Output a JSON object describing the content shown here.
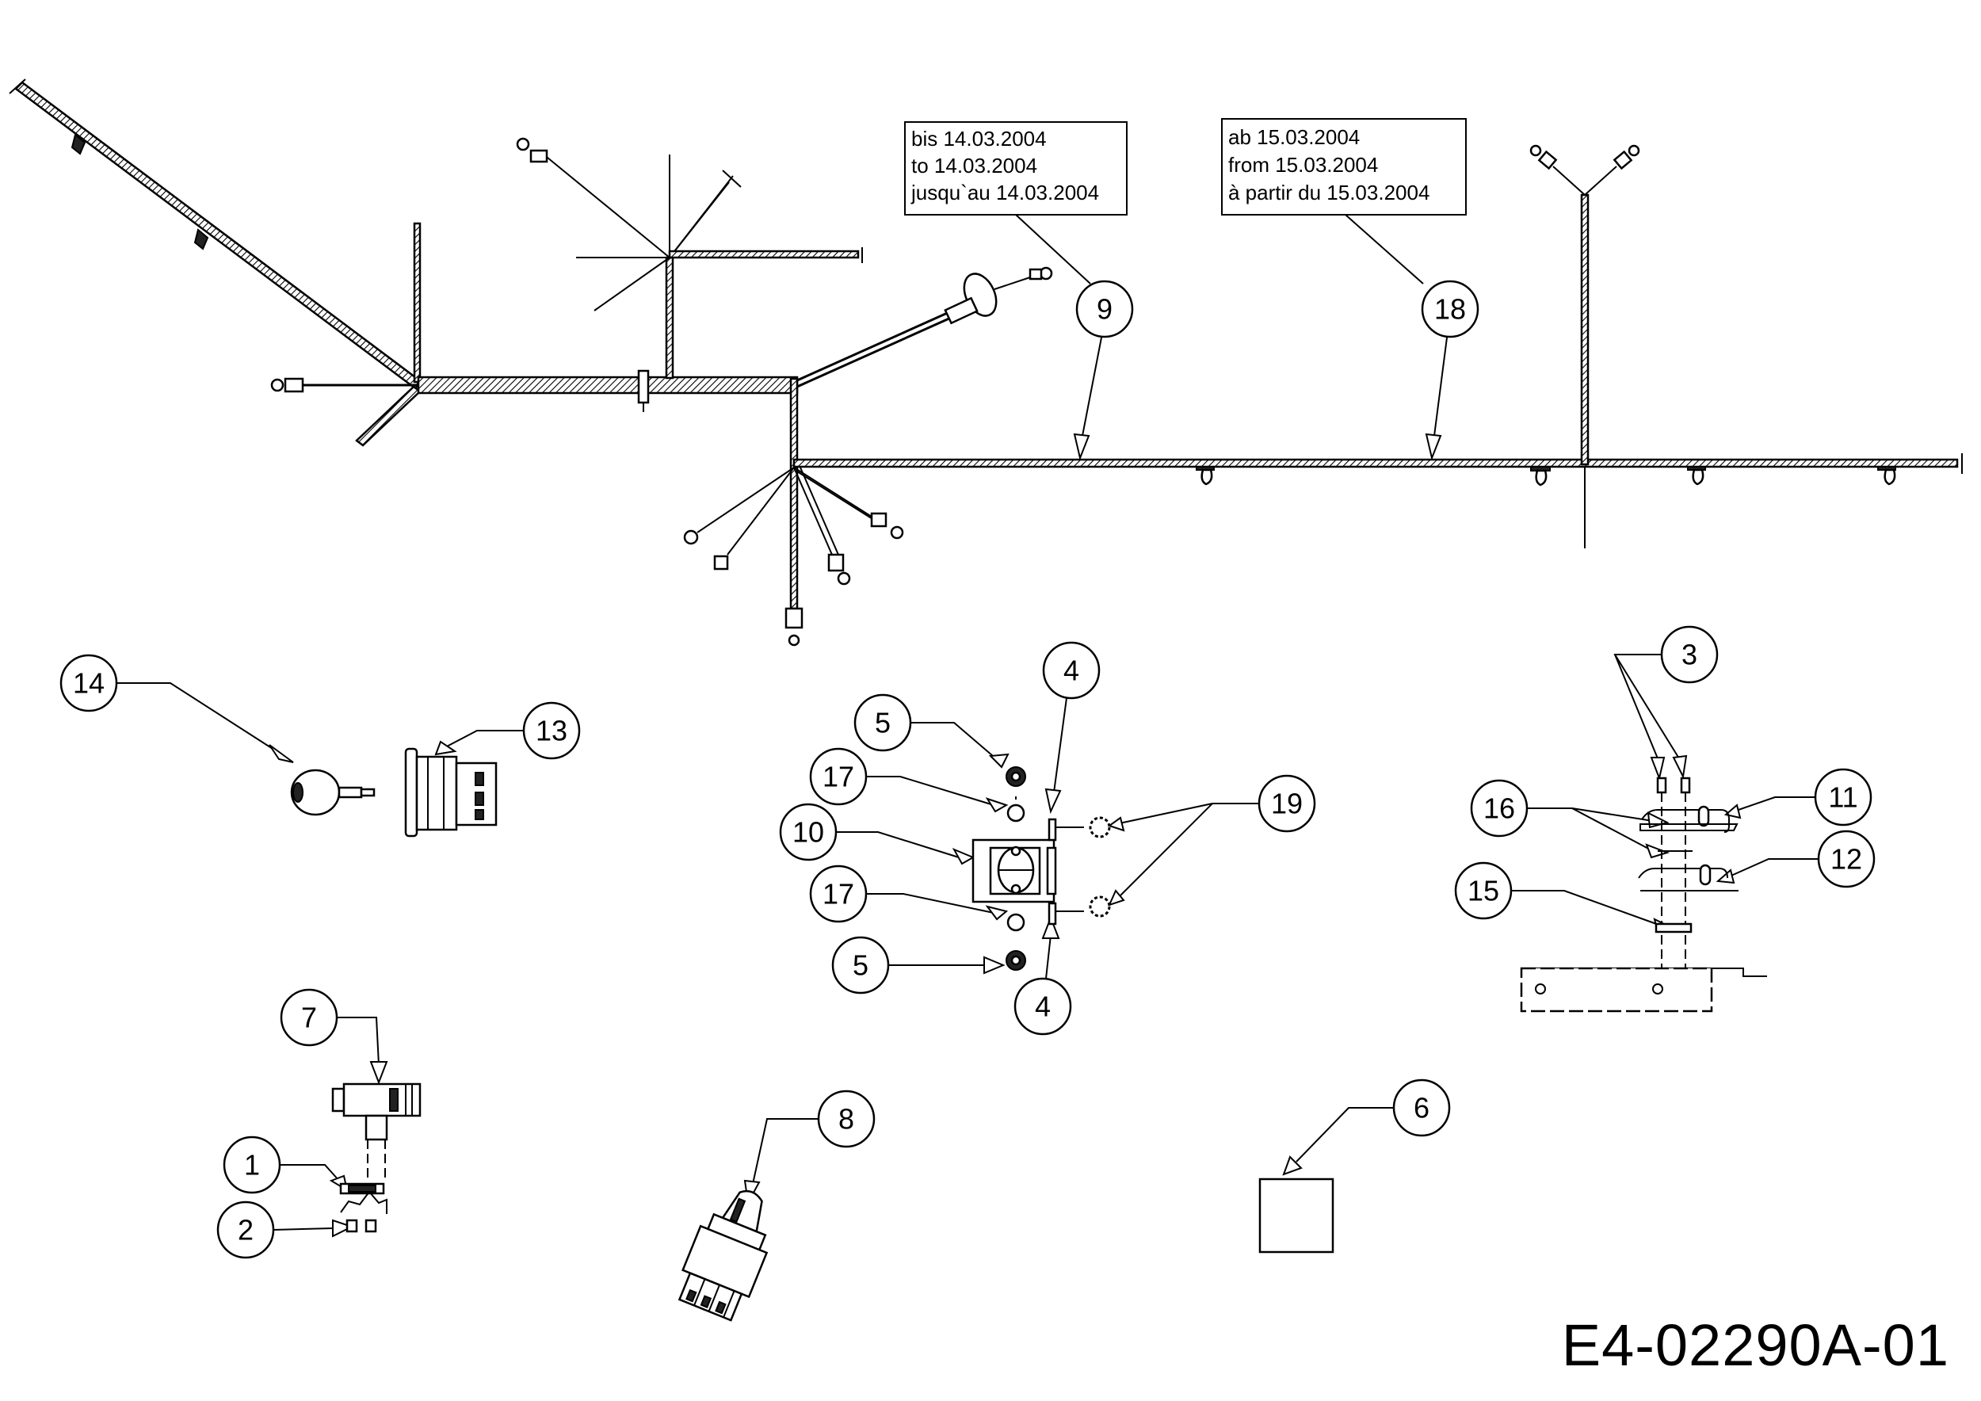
{
  "callouts": [
    {
      "id": "c9",
      "label": "9"
    },
    {
      "id": "c18",
      "label": "18"
    },
    {
      "id": "c14",
      "label": "14"
    },
    {
      "id": "c13",
      "label": "13"
    },
    {
      "id": "c4a",
      "label": "4"
    },
    {
      "id": "c5a",
      "label": "5"
    },
    {
      "id": "c17a",
      "label": "17"
    },
    {
      "id": "c10",
      "label": "10"
    },
    {
      "id": "c19",
      "label": "19"
    },
    {
      "id": "c17b",
      "label": "17"
    },
    {
      "id": "c5b",
      "label": "5"
    },
    {
      "id": "c4b",
      "label": "4"
    },
    {
      "id": "c3",
      "label": "3"
    },
    {
      "id": "c16",
      "label": "16"
    },
    {
      "id": "c11",
      "label": "11"
    },
    {
      "id": "c12",
      "label": "12"
    },
    {
      "id": "c15",
      "label": "15"
    },
    {
      "id": "c7",
      "label": "7"
    },
    {
      "id": "c1",
      "label": "1"
    },
    {
      "id": "c2",
      "label": "2"
    },
    {
      "id": "c8",
      "label": "8"
    },
    {
      "id": "c6",
      "label": "6"
    }
  ],
  "date_box_9": {
    "line1": "bis 14.03.2004",
    "line2": "to 14.03.2004",
    "line3": "jusqu`au 14.03.2004"
  },
  "date_box_18": {
    "line1": "ab 15.03.2004",
    "line2": "from 15.03.2004",
    "line3": "à partir du 15.03.2004"
  },
  "document_id": "E4-02290A-01"
}
